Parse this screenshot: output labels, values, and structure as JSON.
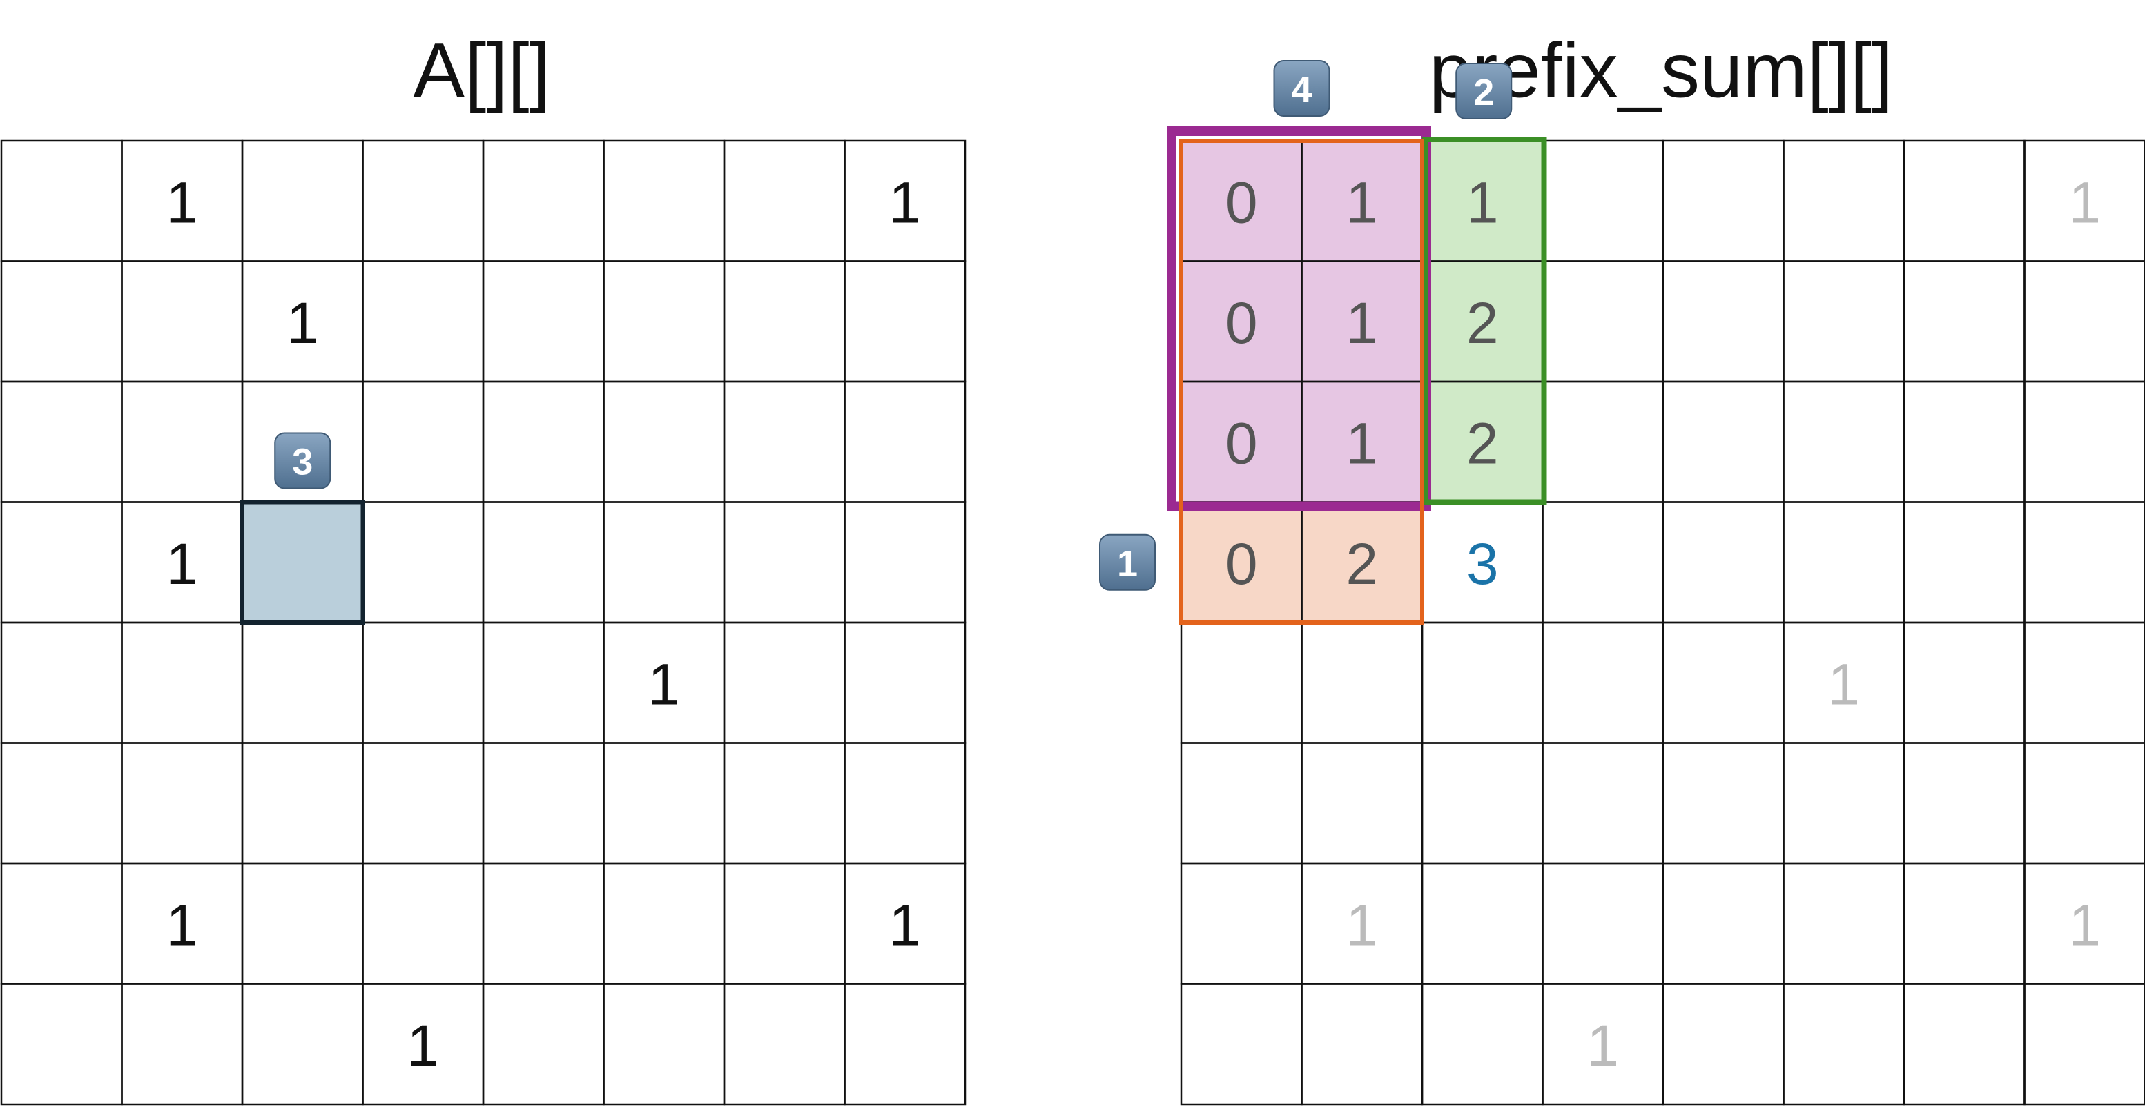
{
  "left_grid": {
    "title": "A[][]",
    "values": [
      [
        "",
        "1",
        "",
        "",
        "",
        "",
        "",
        "1"
      ],
      [
        "",
        "",
        "1",
        "",
        "",
        "",
        "",
        ""
      ],
      [
        "",
        "",
        "",
        "",
        "",
        "",
        "",
        ""
      ],
      [
        "",
        "1",
        "",
        "",
        "",
        "",
        "",
        ""
      ],
      [
        "",
        "",
        "",
        "",
        "",
        "1",
        "",
        ""
      ],
      [
        "",
        "",
        "",
        "",
        "",
        "",
        "",
        ""
      ],
      [
        "",
        "1",
        "",
        "",
        "",
        "",
        "",
        "1"
      ],
      [
        "",
        "",
        "",
        "1",
        "",
        "",
        "",
        ""
      ]
    ],
    "highlight_cell": {
      "row": 3,
      "col": 2,
      "fill": "#bacfdb",
      "stroke": "#13232f"
    },
    "badge": {
      "label": "3",
      "row": 3,
      "col": 2
    }
  },
  "right_grid": {
    "title": "prefix_sum[][]",
    "values": [
      [
        "0",
        "1",
        "1",
        "",
        "",
        "",
        "",
        "1"
      ],
      [
        "0",
        "1",
        "2",
        "",
        "",
        "",
        "",
        ""
      ],
      [
        "0",
        "1",
        "2",
        "",
        "",
        "",
        "",
        ""
      ],
      [
        "0",
        "2",
        "3",
        "",
        "",
        "",
        "",
        ""
      ],
      [
        "",
        "",
        "",
        "",
        "",
        "1",
        "",
        ""
      ],
      [
        "",
        "",
        "",
        "",
        "",
        "",
        "",
        ""
      ],
      [
        "",
        "1",
        "",
        "",
        "",
        "",
        "",
        "1"
      ],
      [
        "",
        "",
        "",
        "1",
        "",
        "",
        "",
        ""
      ]
    ],
    "value_colors": {
      "computed": "#555555",
      "result": "#1a73a8",
      "pending": "#bbbbbb"
    },
    "result_cell": {
      "row": 3,
      "col": 2
    },
    "regions": [
      {
        "name": "purple-region",
        "row_start": 0,
        "row_end": 2,
        "col_start": 0,
        "col_end": 1,
        "fill": "#e6c6e3",
        "stroke": "#9b2a91",
        "badge": "4"
      },
      {
        "name": "green-region",
        "row_start": 0,
        "row_end": 2,
        "col_start": 2,
        "col_end": 2,
        "fill": "#d0eac8",
        "stroke": "#3b8f26",
        "badge": "2"
      },
      {
        "name": "orange-region",
        "row_start": 0,
        "row_end": 3,
        "col_start": 0,
        "col_end": 1,
        "fill": "#f7d7c7",
        "stroke": "#e3631c",
        "badge": "1"
      }
    ]
  },
  "colors": {
    "badge": "#5d7d9c",
    "text": "#111111",
    "grid_line": "#111111"
  }
}
